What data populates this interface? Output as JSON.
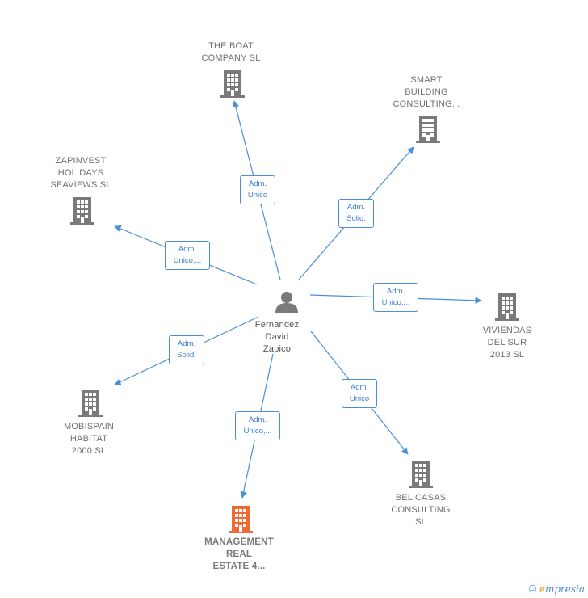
{
  "center": {
    "name_lines": [
      "Fernandez",
      "David",
      "Zapico"
    ],
    "icon": "person-icon"
  },
  "companies": [
    {
      "id": "boat",
      "lines": [
        "THE BOAT",
        "COMPANY  SL"
      ],
      "icon": "building-icon",
      "highlight": false
    },
    {
      "id": "smart",
      "lines": [
        "SMART",
        "BUILDING",
        "CONSULTING..."
      ],
      "icon": "building-icon",
      "highlight": false
    },
    {
      "id": "zapinvest",
      "lines": [
        "ZAPINVEST",
        "HOLIDAYS",
        "SEAVIEWS  SL"
      ],
      "icon": "building-icon",
      "highlight": false
    },
    {
      "id": "viviendas",
      "lines": [
        "VIVIENDAS",
        "DEL SUR",
        "2013 SL"
      ],
      "icon": "building-icon",
      "highlight": false
    },
    {
      "id": "mobispain",
      "lines": [
        "MOBISPAIN",
        "HABITAT",
        "2000  SL"
      ],
      "icon": "building-icon",
      "highlight": false
    },
    {
      "id": "belcasas",
      "lines": [
        "BEL CASAS",
        "CONSULTING",
        "SL"
      ],
      "icon": "building-icon",
      "highlight": false
    },
    {
      "id": "management",
      "lines": [
        "MANAGEMENT",
        "REAL",
        "ESTATE 4..."
      ],
      "icon": "building-icon",
      "highlight": true
    }
  ],
  "relations": [
    {
      "target": "boat",
      "lines": [
        "Adm.",
        "Unico"
      ]
    },
    {
      "target": "smart",
      "lines": [
        "Adm.",
        "Solid."
      ]
    },
    {
      "target": "zapinvest",
      "lines": [
        "Adm.",
        "Unico,..."
      ]
    },
    {
      "target": "viviendas",
      "lines": [
        "Adm.",
        "Unico,..."
      ]
    },
    {
      "target": "mobispain",
      "lines": [
        "Adm.",
        "Solid."
      ]
    },
    {
      "target": "belcasas",
      "lines": [
        "Adm.",
        "Unico"
      ]
    },
    {
      "target": "management",
      "lines": [
        "Adm.",
        "Unico,..."
      ]
    }
  ],
  "colors": {
    "edge": "#4a8fd8",
    "building": "#7a7a7a",
    "building_highlight": "#f06a35",
    "person": "#7a7a7a"
  },
  "footer": {
    "copyright": "©",
    "brand_initial": "e",
    "brand_rest": "mpresia"
  }
}
